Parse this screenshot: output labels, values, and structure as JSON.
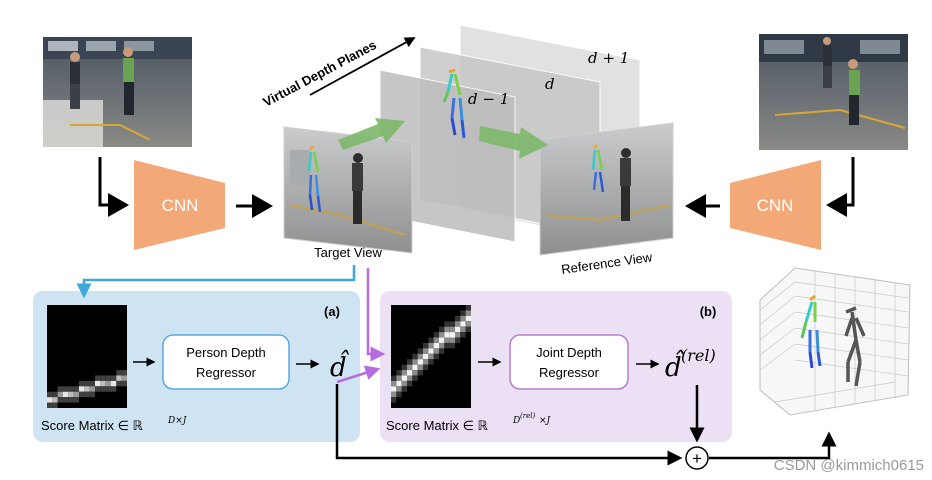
{
  "cnn_left_label": "CNN",
  "cnn_right_label": "CNN",
  "virtual_planes_label": "Virtual Depth Planes",
  "plane_labels": [
    "d − 1",
    "d",
    "d + 1"
  ],
  "target_view_label": "Target View",
  "reference_view_label": "Reference View",
  "panel_a": {
    "tag": "(a)",
    "regressor": [
      "Person Depth",
      "Regressor"
    ],
    "output_symbol": "d̂",
    "score_prefix": "Score Matrix ∈ ℝ",
    "score_sup": "D×J"
  },
  "panel_b": {
    "tag": "(b)",
    "regressor": [
      "Joint Depth",
      "Regressor"
    ],
    "output_symbol": "d̂",
    "output_sup": "(rel)",
    "score_prefix": "Score Matrix ∈ ℝ",
    "score_sup": "D",
    "score_sup2": "(rel)",
    "score_sup3": "×J"
  },
  "sum_symbol": "+",
  "watermark": "CSDN @kimmich0615",
  "colors": {
    "panel_a_bg": "#cfe4f3",
    "panel_b_bg": "#ece0f4",
    "regressor_a_border": "#5aa8dc",
    "regressor_b_border": "#b57fd0",
    "cnn_fill": "#f2a877",
    "blue_arrow": "#3fa7dc",
    "purple_arrow": "#b66be0",
    "green_arrow": "#7db86a"
  }
}
